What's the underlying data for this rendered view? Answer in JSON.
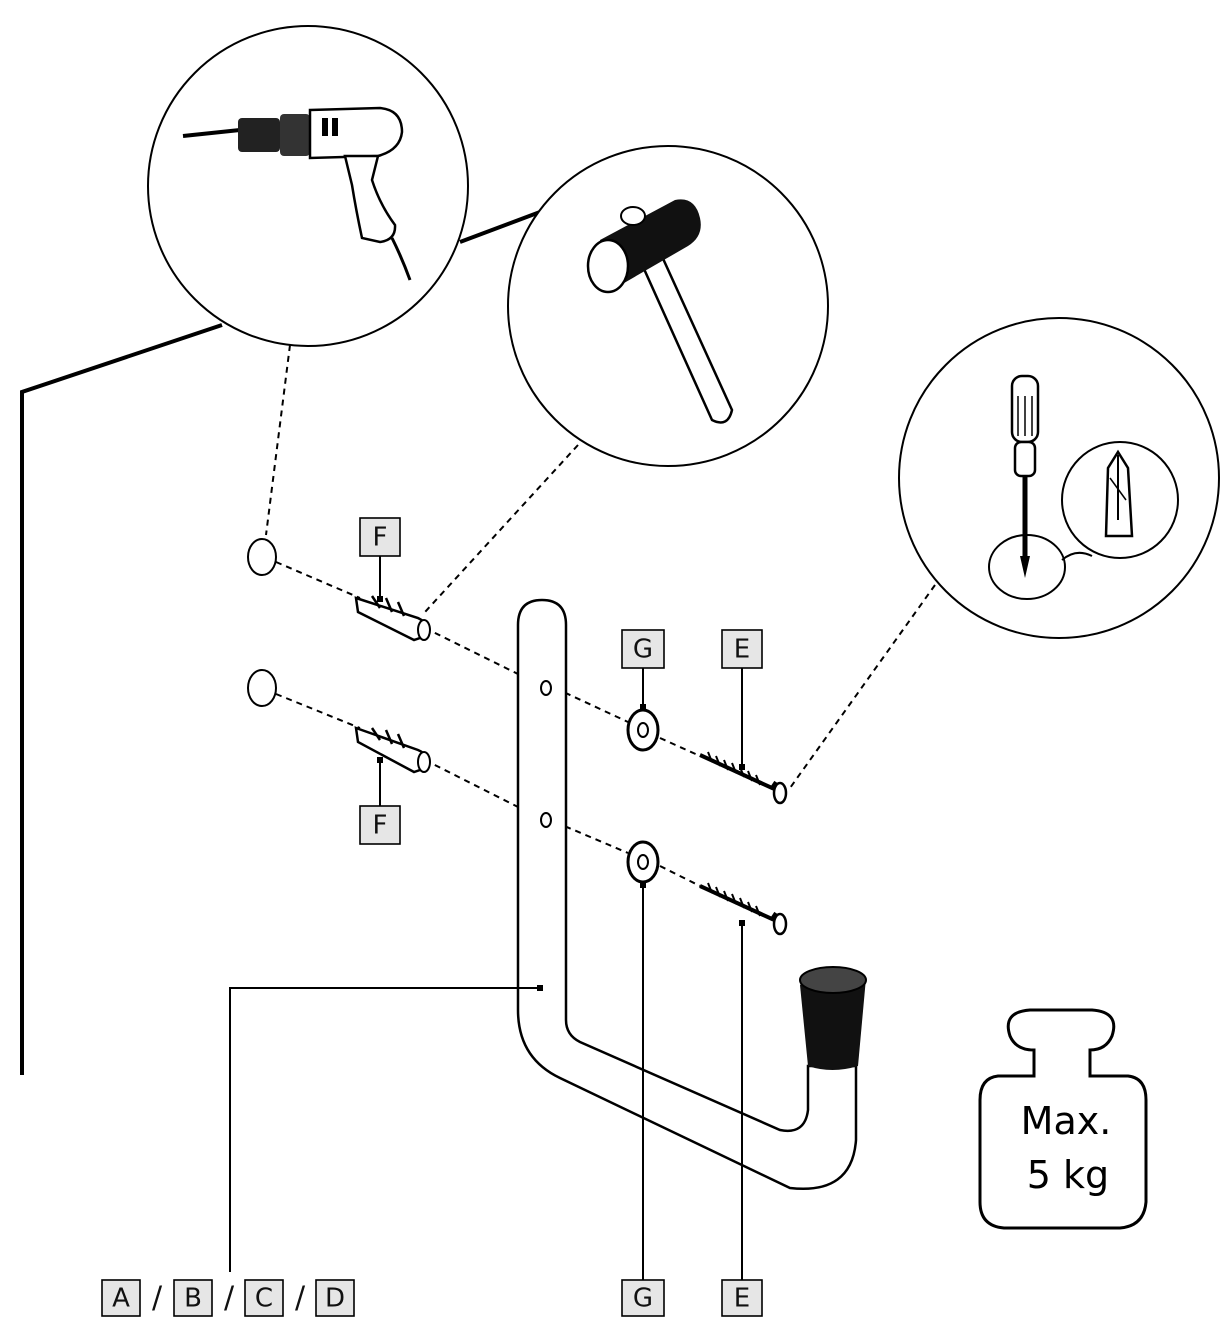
{
  "labels": {
    "F_top": "F",
    "F_bottom": "F",
    "G_top": "G",
    "E_top": "E",
    "A": "A",
    "B": "B",
    "C": "C",
    "D": "D",
    "G_bottom": "G",
    "E_bottom": "E",
    "separator": "/"
  },
  "weight": {
    "line1": "Max.",
    "line2": "5 kg"
  },
  "icons": [
    "drill-icon",
    "hammer-icon",
    "screwdriver-icon",
    "screwdriver-bit-icon",
    "weight-icon",
    "dowel-icon",
    "screw-icon",
    "washer-icon",
    "hook-bracket-icon"
  ]
}
